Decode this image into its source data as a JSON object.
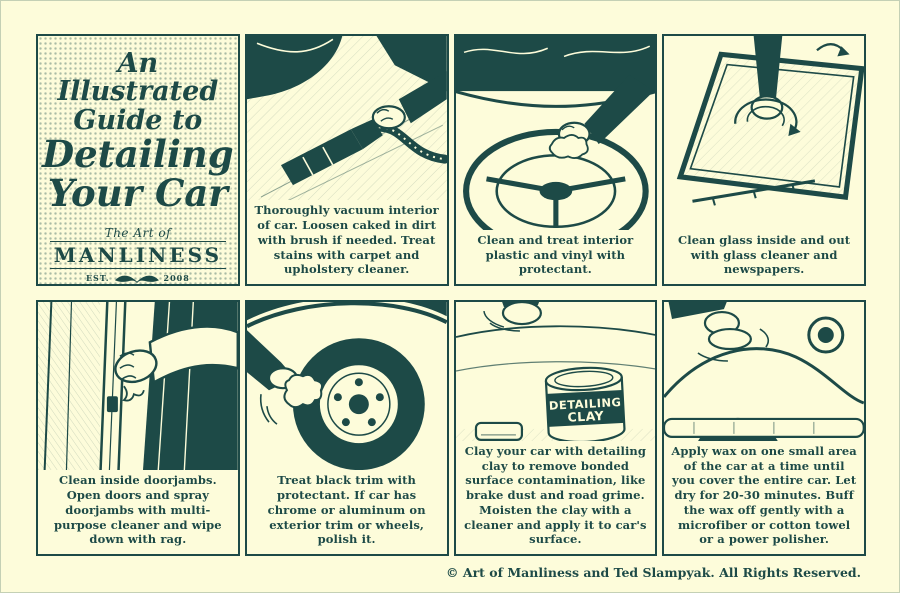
{
  "page": {
    "background_color": "#fdfcda",
    "ink_color": "#1d4a47",
    "footer": "© Art of Manliness and Ted Slampyak. All Rights Reserved."
  },
  "title_panel": {
    "line1": "An Illustrated",
    "line2": "Guide to",
    "line3": "Detailing",
    "line4": "Your Car",
    "logo_tagline": "The Art of",
    "logo_name": "MANLINESS",
    "logo_est": "EST.",
    "logo_year": "2008"
  },
  "panels": [
    {
      "caption": "Thoroughly vacuum interior of car. Loosen caked in dirt with brush if needed. Treat stains with carpet and upholstery cleaner."
    },
    {
      "caption": "Clean and treat interior plastic and vinyl with protectant."
    },
    {
      "caption": "Clean glass inside and out with glass cleaner and newspapers."
    },
    {
      "caption": "Clean inside doorjambs. Open doors and spray doorjambs with multi-purpose cleaner and wipe down with rag."
    },
    {
      "caption": "Treat black trim with protectant. If car has chrome or aluminum on exterior trim or wheels, polish it."
    },
    {
      "caption": "Clay your car with detailing clay to remove bonded surface contamination, like brake dust and road grime. Moisten the clay with a cleaner and apply it to car's surface."
    },
    {
      "caption": "Apply wax on one small area of the car at a time until you cover the entire car. Let dry for 20-30 minutes.  Buff the wax off gently with a microfiber or cotton towel or a power polisher."
    }
  ],
  "clay_can": {
    "line1": "DETAILING",
    "line2": "CLAY"
  }
}
